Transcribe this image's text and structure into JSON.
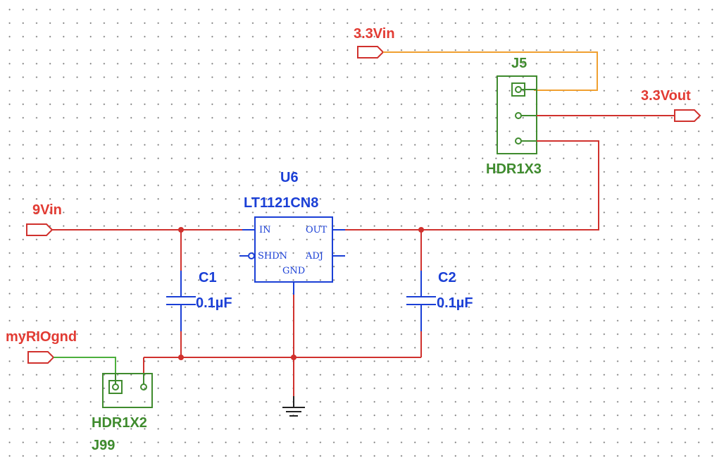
{
  "schematic": {
    "nets": {
      "in_3v3": "3.3Vin",
      "out_3v3": "3.3Vout",
      "in_9v": "9Vin",
      "gnd": "myRIOgnd"
    },
    "regulator": {
      "ref": "U6",
      "part": "LT1121CN8",
      "pins": {
        "in": "IN",
        "out": "OUT",
        "shdn": "SHDN",
        "adj": "ADJ",
        "gnd": "GND"
      }
    },
    "capacitors": [
      {
        "ref": "C1",
        "value": "0.1µF"
      },
      {
        "ref": "C2",
        "value": "0.1µF"
      }
    ],
    "headers": [
      {
        "ref": "J5",
        "part": "HDR1X3"
      },
      {
        "ref": "J99",
        "part": "HDR1X2"
      }
    ],
    "colors": {
      "wire": "#d0312d",
      "wire_jumper_in": "#f0a030",
      "wire_gnd_jumper": "#4caf3c",
      "component": "#1a3fd6",
      "header": "#3f8b2e",
      "net_label": "#e23b33"
    },
    "symbols": {
      "ground": "ground-symbol",
      "port": "net-port-arrow",
      "junction": "junction-dot"
    }
  }
}
